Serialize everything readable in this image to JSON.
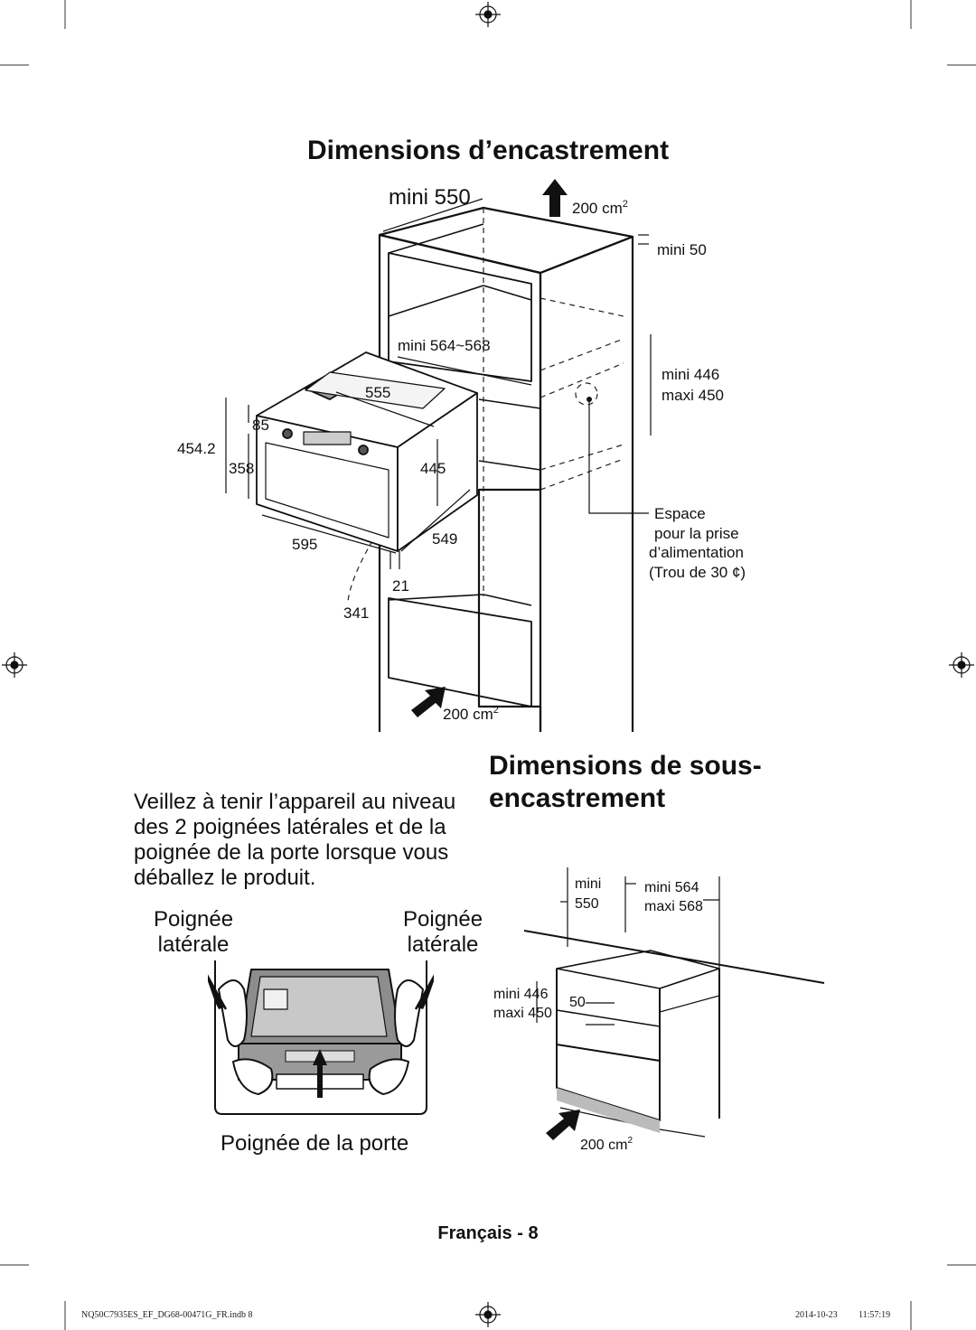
{
  "titles": {
    "main": "Dimensions d’encastrement",
    "sub_line1": "Dimensions de sous-",
    "sub_line2": "encastrement"
  },
  "instruction_lines": [
    "Veillez à tenir l’appareil au niveau",
    "des 2 poignées latérales et de la",
    "poignée de la porte lorsque vous",
    "déballez le produit."
  ],
  "handle_labels": {
    "left_line1": "Poignée",
    "left_line2": "latérale",
    "right_line1": "Poignée",
    "right_line2": "latérale",
    "door": "Poignée de la porte"
  },
  "diagram1": {
    "mini550": "mini 550",
    "vent_top": "200 cm",
    "vent_top_sup": "2",
    "mini50": "mini 50",
    "mini564": "mini 564~568",
    "d555": "555",
    "mini446": "mini 446",
    "maxi450": "maxi 450",
    "d85": "85",
    "d454": "454.2",
    "d358": "358",
    "d445": "445",
    "espace_1": "Espace",
    "espace_2": "pour la prise",
    "espace_3": "d’alimentation",
    "espace_4": "(Trou de 30 ¢)",
    "d595": "595",
    "d549": "549",
    "d21": "21",
    "d341": "341",
    "vent_bottom": "200 cm",
    "vent_bottom_sup": "2"
  },
  "diagram2": {
    "mini_l": "mini",
    "d550": "550",
    "mini564": "mini 564",
    "maxi568": "maxi 568",
    "mini446": "mini 446",
    "maxi450": "maxi 450",
    "d50": "50",
    "vent": "200 cm",
    "vent_sup": "2"
  },
  "page_footer": "Français - 8",
  "print_slug": {
    "file": "NQ50C7935ES_EF_DG68-00471G_FR.indb   8",
    "date": "2014-10-23",
    "time": "11:57:19"
  }
}
